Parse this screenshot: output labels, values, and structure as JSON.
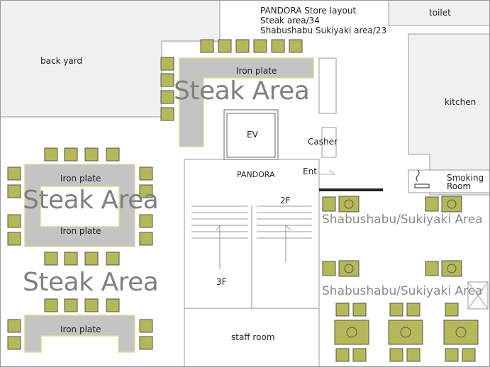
{
  "title": {
    "line1": "PANDORA Store layout",
    "line2": "Steak area/34",
    "line3": "Shabushabu Sukiyaki area/23"
  },
  "rooms": {
    "back_yard": "back yard",
    "toilet": "toilet",
    "kitchen": "kitchen",
    "smoking_room_line1": "Smoking",
    "smoking_room_line2": "Room",
    "casher": "Casher",
    "ev": "EV",
    "pandora": "PANDORA",
    "entrance": "Ent",
    "floor_2f": "2F",
    "floor_3f": "3F",
    "staff_room": "staff room"
  },
  "areas": {
    "steak_area": "Steak Area",
    "shabu_area": "Shabushabu/Sukiyaki Area"
  },
  "iron_plate": "Iron plate",
  "colors": {
    "seat": "#b5b859",
    "seat_border": "#555555",
    "plate": "#c4c4c4",
    "plate_border": "#e0d890",
    "wall": "#f0f0f0",
    "line": "#9a9a9a"
  }
}
